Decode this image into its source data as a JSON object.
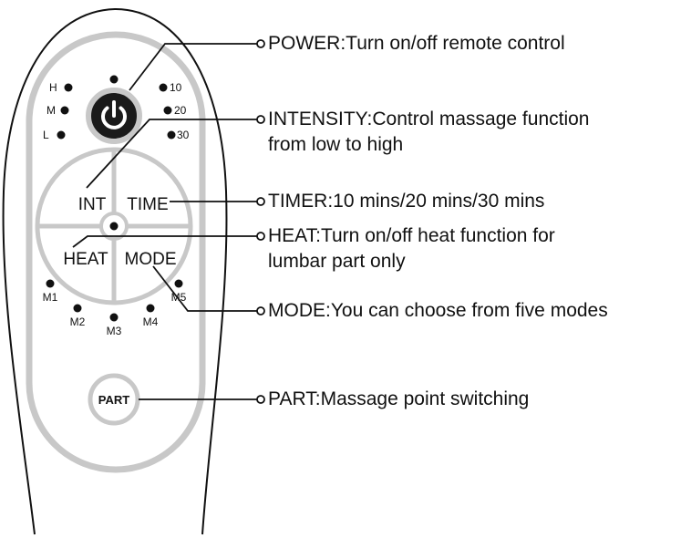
{
  "remote": {
    "power_indicator_labels": [
      "H",
      "M",
      "L"
    ],
    "timer_indicator_labels": [
      "10",
      "20",
      "30"
    ],
    "dpad": {
      "int_label": "INT",
      "time_label": "TIME",
      "heat_label": "HEAT",
      "mode_label": "MODE"
    },
    "mode_indicator_labels": [
      "M1",
      "M2",
      "M3",
      "M4",
      "M5"
    ],
    "part_button_label": "PART"
  },
  "callouts": {
    "power": "POWER:Turn on/off remote control",
    "intensity_line1": "INTENSITY:Control massage function",
    "intensity_line2": "from low to high",
    "timer": "TIMER:10 mins/20 mins/30 mins",
    "heat_line1": "HEAT:Turn on/off heat function for",
    "heat_line2": "lumbar part only",
    "mode": "MODE:You can choose from five modes",
    "part": "PART:Massage point switching"
  },
  "colors": {
    "outline": "#111111",
    "inner_ring": "#c8c8c8",
    "power_button": "#1a1a1a",
    "power_ring": "#c8c8c8"
  }
}
